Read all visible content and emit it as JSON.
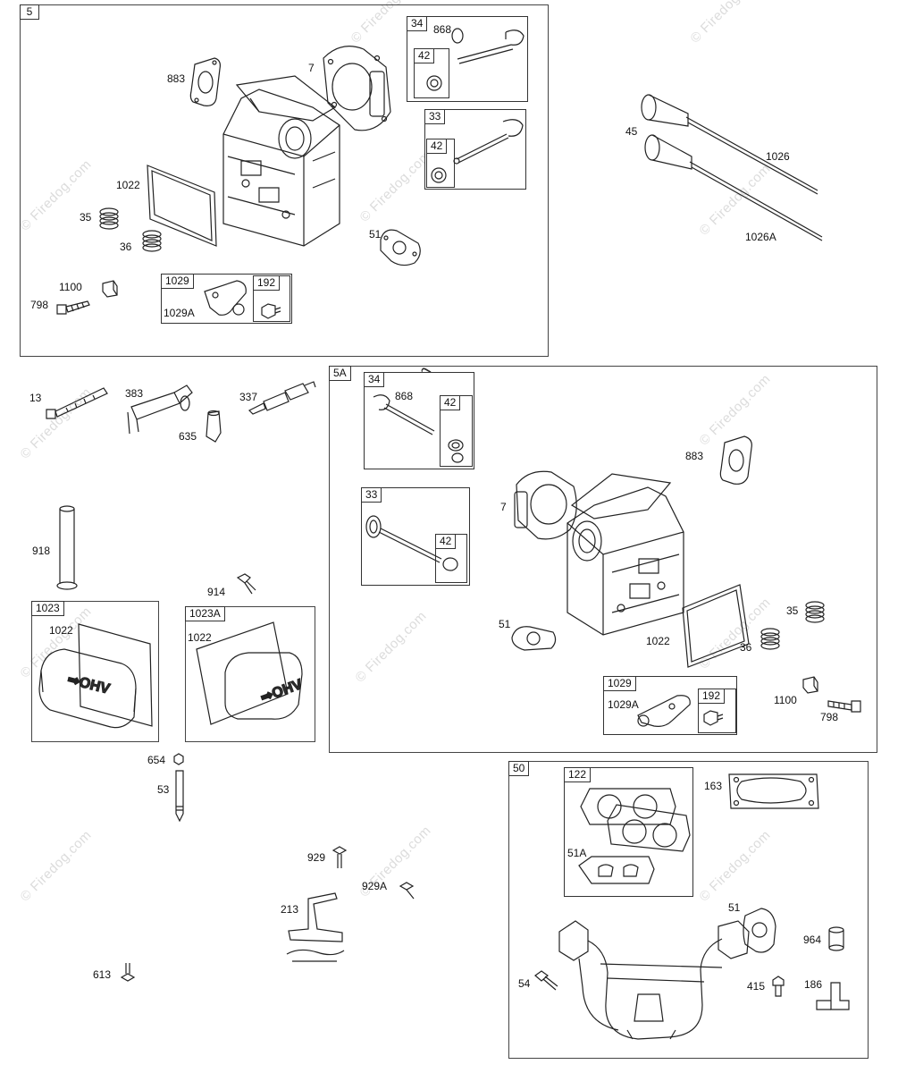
{
  "watermark": {
    "text": "© Firedog.com"
  },
  "sections": {
    "s5": {
      "tag": "5",
      "labels": {
        "l883": "883",
        "l7": "7",
        "l1022": "1022",
        "l35": "35",
        "l36": "36",
        "l51": "51",
        "l1100": "1100",
        "l798": "798",
        "l1029A": "1029A"
      },
      "boxes": {
        "b34": {
          "tag": "34",
          "l868": "868"
        },
        "b42a": {
          "tag": "42"
        },
        "b33": {
          "tag": "33"
        },
        "b42b": {
          "tag": "42"
        },
        "b1029": {
          "tag": "1029"
        },
        "b192": {
          "tag": "192"
        }
      }
    },
    "loose": {
      "l45": "45",
      "l1026": "1026",
      "l1026A": "1026A",
      "l13": "13",
      "l383": "383",
      "l337": "337",
      "l635": "635",
      "l918": "918",
      "l914": "914",
      "l654": "654",
      "l53": "53",
      "l929": "929",
      "l929A": "929A",
      "l213": "213",
      "l613": "613"
    },
    "b1023": {
      "tag": "1023",
      "l1022": "1022"
    },
    "b1023A": {
      "tag": "1023A",
      "l1022": "1022"
    },
    "s5A": {
      "tag": "5A",
      "labels": {
        "l883": "883",
        "l7": "7",
        "l51": "51",
        "l1022": "1022",
        "l35": "35",
        "l36": "36",
        "l1100": "1100",
        "l798": "798",
        "l1029A": "1029A"
      },
      "boxes": {
        "b34": {
          "tag": "34",
          "l868": "868"
        },
        "b42a": {
          "tag": "42"
        },
        "b33": {
          "tag": "33"
        },
        "b42b": {
          "tag": "42"
        },
        "b1029": {
          "tag": "1029"
        },
        "b192": {
          "tag": "192"
        }
      }
    },
    "s50": {
      "tag": "50",
      "labels": {
        "l163": "163",
        "l51A": "51A",
        "l51": "51",
        "l964": "964",
        "l54": "54",
        "l415": "415",
        "l186": "186"
      },
      "boxes": {
        "b122": {
          "tag": "122"
        }
      }
    }
  }
}
